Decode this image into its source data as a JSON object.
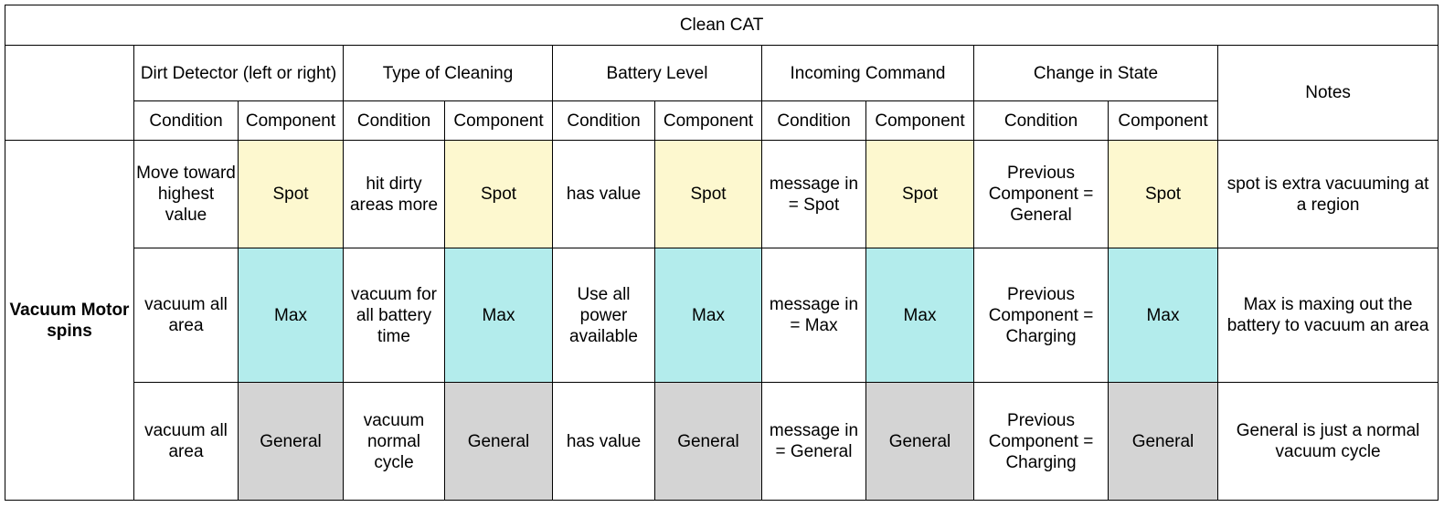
{
  "title": "Clean CAT",
  "groups": [
    {
      "label": "Dirt Detector (left or right)"
    },
    {
      "label": "Type of Cleaning"
    },
    {
      "label": "Battery Level"
    },
    {
      "label": "Incoming Command"
    },
    {
      "label": "Change in State"
    }
  ],
  "notes_header": "Notes",
  "sub_headers": {
    "condition": "Condition",
    "component": "Component"
  },
  "row_label": "Vacuum Motor spins",
  "rows": [
    {
      "kind": "spot",
      "cells": [
        {
          "condition": "Move toward highest value",
          "component": "Spot"
        },
        {
          "condition": "hit dirty areas more",
          "component": "Spot"
        },
        {
          "condition": "has value",
          "component": "Spot"
        },
        {
          "condition": "message in = Spot",
          "component": "Spot"
        },
        {
          "condition": "Previous Component = General",
          "component": "Spot"
        }
      ],
      "note": "spot is extra vacuuming at a region"
    },
    {
      "kind": "max",
      "cells": [
        {
          "condition": "vacuum all area",
          "component": "Max"
        },
        {
          "condition": "vacuum for all battery time",
          "component": "Max"
        },
        {
          "condition": "Use all power available",
          "component": "Max"
        },
        {
          "condition": "message in = Max",
          "component": "Max"
        },
        {
          "condition": "Previous Component = Charging",
          "component": "Max"
        }
      ],
      "note": "Max is maxing out the battery to vacuum an area"
    },
    {
      "kind": "general",
      "cells": [
        {
          "condition": "vacuum all area",
          "component": "General"
        },
        {
          "condition": "vacuum normal cycle",
          "component": "General"
        },
        {
          "condition": "has value",
          "component": "General"
        },
        {
          "condition": "message in = General",
          "component": "General"
        },
        {
          "condition": "Previous Component = Charging",
          "component": "General"
        }
      ],
      "note": "General is just a normal vacuum cycle"
    }
  ],
  "colors": {
    "spot": "#fdf8cf",
    "max": "#b3ecec",
    "general": "#d4d4d4",
    "border": "#000000"
  }
}
